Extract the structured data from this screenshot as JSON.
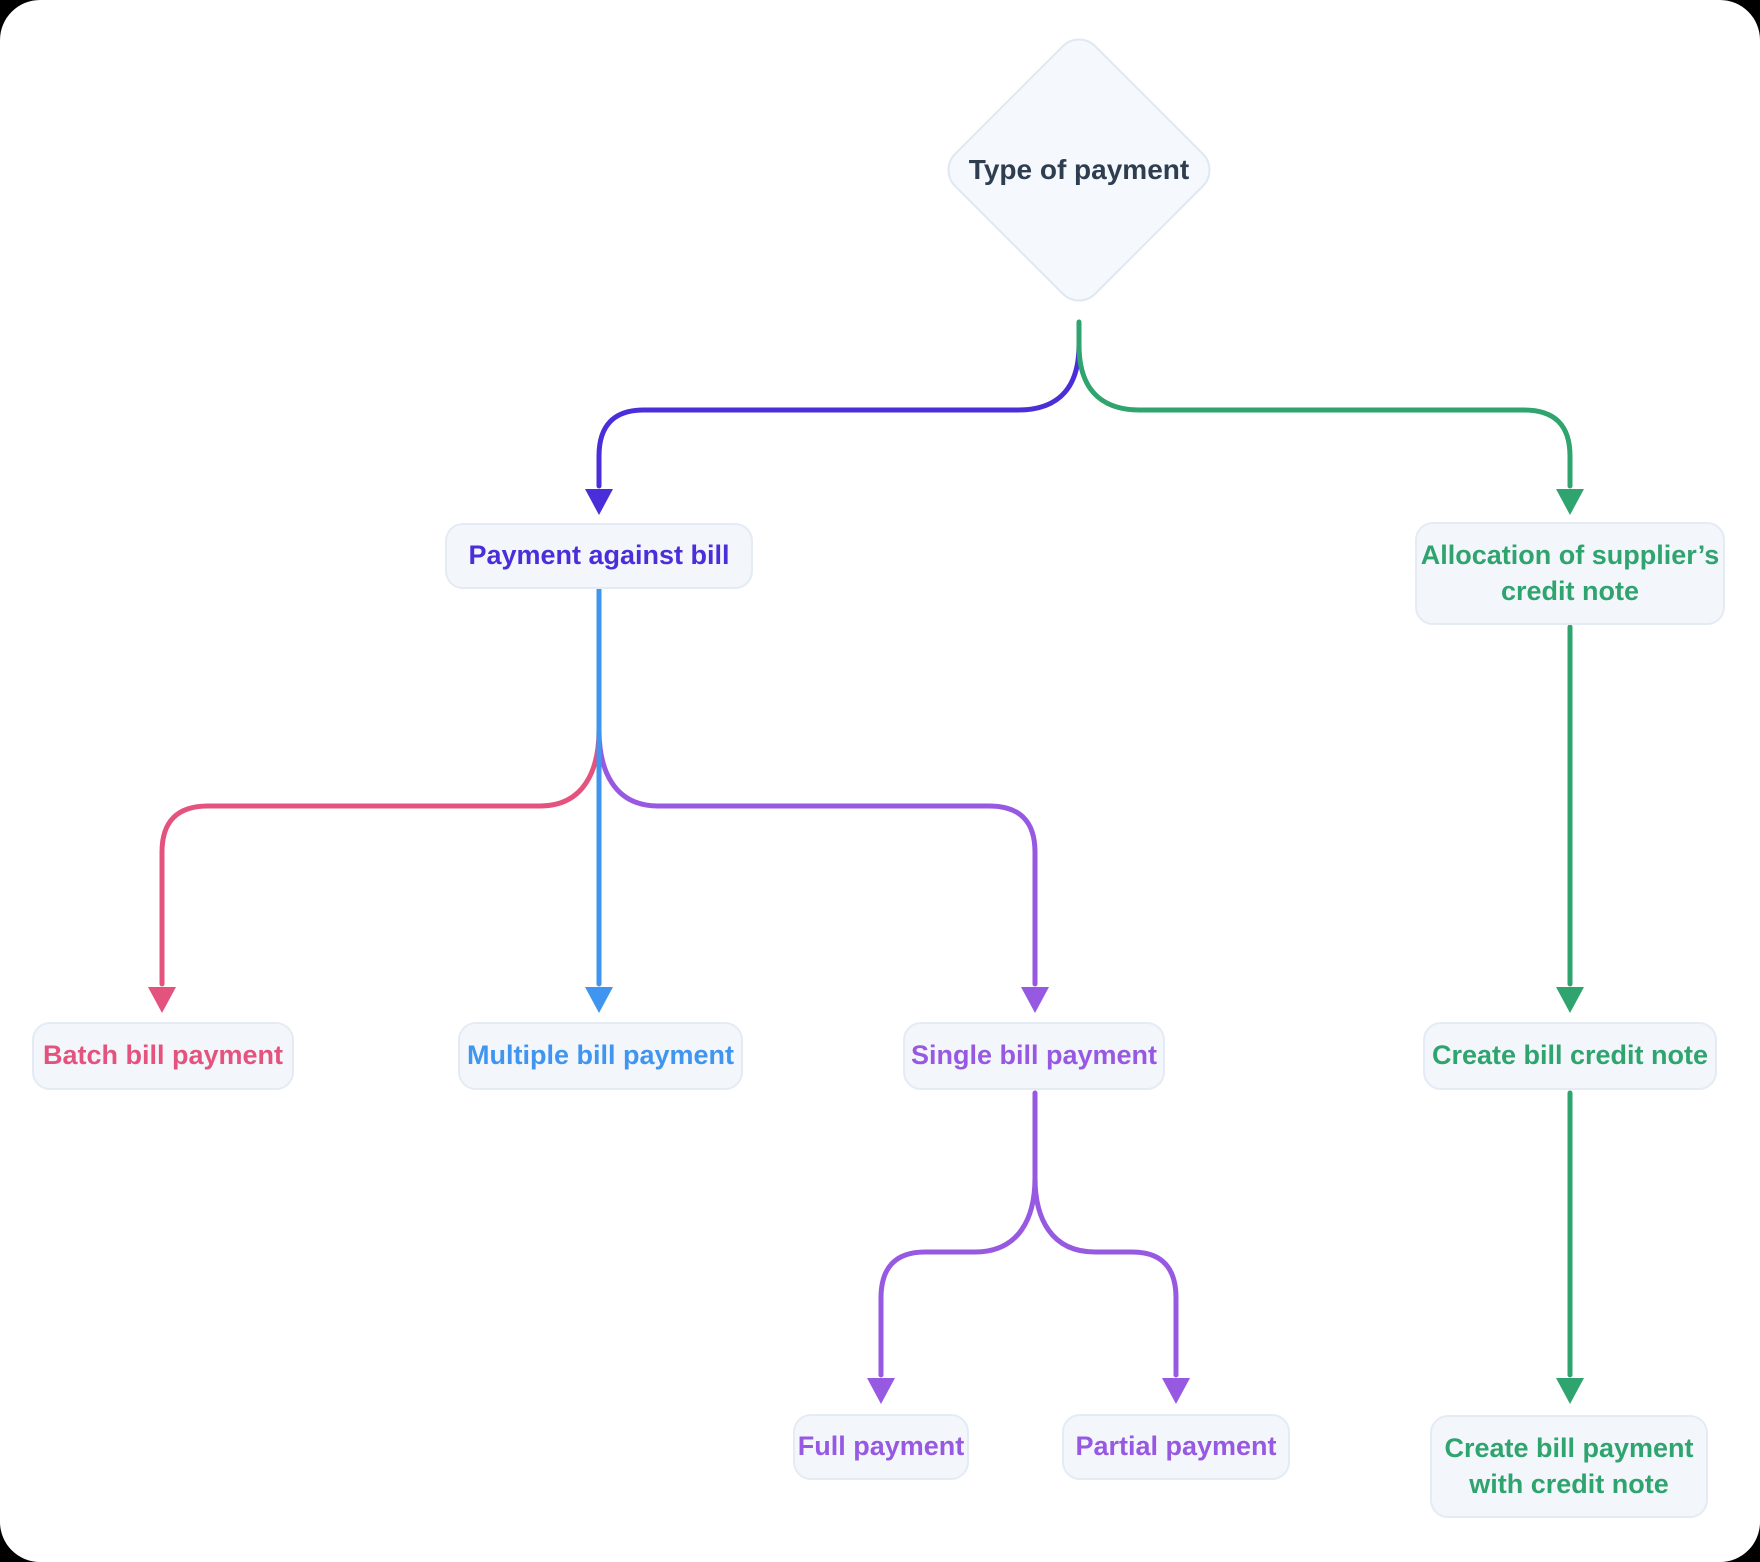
{
  "diagram": {
    "title_node": {
      "label": "Type of payment",
      "text_color": "#2f3d50"
    },
    "nodes": {
      "payment_against_bill": {
        "label": "Payment against bill",
        "color": "#4a2ed9"
      },
      "allocation_credit_note": {
        "line1": "Allocation of supplier’s",
        "line2": "credit note",
        "color": "#2fa46e"
      },
      "batch_bill_payment": {
        "label": "Batch bill payment",
        "color": "#e4537e"
      },
      "multiple_bill_payment": {
        "label": "Multiple bill payment",
        "color": "#3f95ef"
      },
      "single_bill_payment": {
        "label": "Single bill payment",
        "color": "#9759e2"
      },
      "create_bill_credit_note": {
        "label": "Create bill credit note",
        "color": "#2fa46e"
      },
      "full_payment": {
        "label": "Full payment",
        "color": "#9759e2"
      },
      "partial_payment": {
        "label": "Partial payment",
        "color": "#9759e2"
      },
      "create_bill_payment_with_credit_note": {
        "line1": "Create bill payment",
        "line2": "with credit note",
        "color": "#2fa46e"
      }
    },
    "edge_colors": {
      "indigo": "#4a2ed9",
      "green": "#2fa46e",
      "blue": "#3f95ef",
      "pink": "#e4537e",
      "purple": "#9759e2"
    },
    "styles": {
      "canvas_bg": "#ffffff",
      "outer_bg": "#000000",
      "node_bg": "#f3f7fb",
      "node_border": "#e4ebf5",
      "diamond_bg": "#f5f8fc",
      "diamond_border": "#dfe8f3"
    }
  }
}
